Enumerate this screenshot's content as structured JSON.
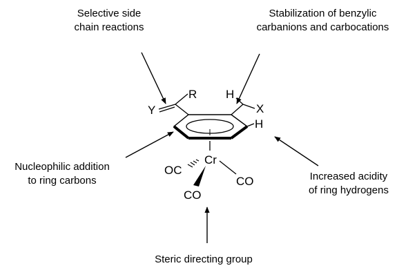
{
  "labels": {
    "top_left": [
      "Selective side",
      "chain reactions"
    ],
    "top_right": [
      "Stabilization of benzylic",
      "carbanions and carbocations"
    ],
    "mid_left": [
      "Nucleophilic addition",
      "to ring carbons"
    ],
    "mid_right": [
      "Increased acidity",
      "of ring hydrogens"
    ],
    "bottom": [
      "Steric directing group"
    ]
  },
  "atoms": {
    "y": "Y",
    "r": "R",
    "h_ch": "H",
    "x": "X",
    "h_ring": "H",
    "cr": "Cr",
    "co_left": "OC",
    "co_right": "CO",
    "co_bottom": "CO"
  }
}
